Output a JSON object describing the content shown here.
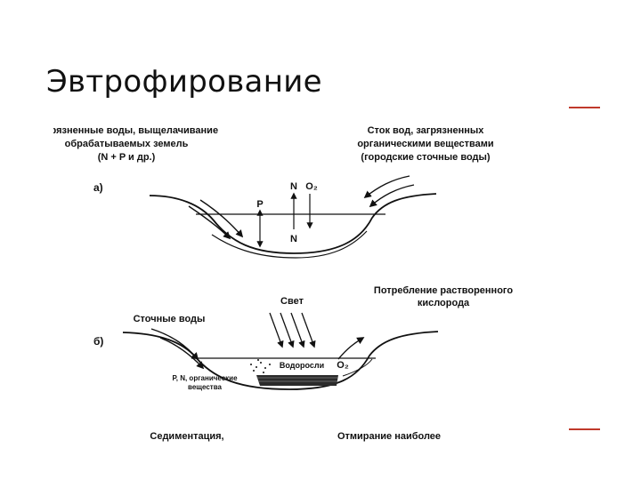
{
  "slide": {
    "title": "Эвтрофирование",
    "accent_color": "#c0392b"
  },
  "diagram_a": {
    "label": "а)",
    "left_caption": [
      "Загрязненные воды, выщелачивание",
      "обрабатываемых земель",
      "(N + P и др.)"
    ],
    "right_caption": [
      "Сток вод, загрязненных",
      "органическими веществами",
      "(городские сточные воды)"
    ],
    "marker_p": "P",
    "marker_n_top": "N",
    "marker_o2": "O₂",
    "marker_n_bottom": "N"
  },
  "diagram_b": {
    "label": "б)",
    "light_label": "Свет",
    "oxygen_caption": [
      "Потребление растворенного",
      "кислорода"
    ],
    "sewage_label": "Сточные воды",
    "algae_label": "Водоросли",
    "o2_label": "O₂",
    "sediment_caption": [
      "P, N, органические",
      "вещества"
    ],
    "bottom_left": "Седиментация,",
    "bottom_right": "Отмирание наиболее"
  }
}
